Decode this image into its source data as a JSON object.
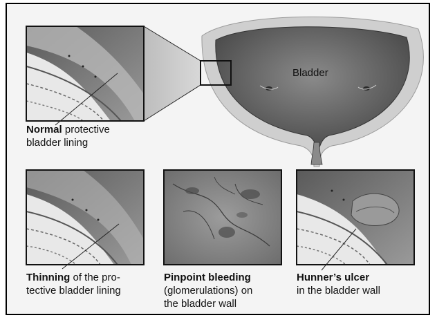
{
  "labels": {
    "bladder": "Bladder"
  },
  "captions": {
    "normal": {
      "bold": "Normal",
      "rest_line1": " protective",
      "line2": "bladder lining"
    },
    "thinning": {
      "bold": "Thinning",
      "rest_line1": " of the pro-",
      "line2": "tective bladder lining"
    },
    "pinpoint": {
      "bold": "Pinpoint bleeding",
      "line2": "(glomerulations) on",
      "line3": "the bladder wall"
    },
    "hunner": {
      "bold": "Hunner’s ulcer",
      "line2": "in the bladder wall"
    }
  },
  "colors": {
    "frame_bg": "#f4f4f4",
    "tissue_outer": "#d0d0d0",
    "tissue_dark": "#555555",
    "bladder_interior": "#6a6a6a"
  }
}
